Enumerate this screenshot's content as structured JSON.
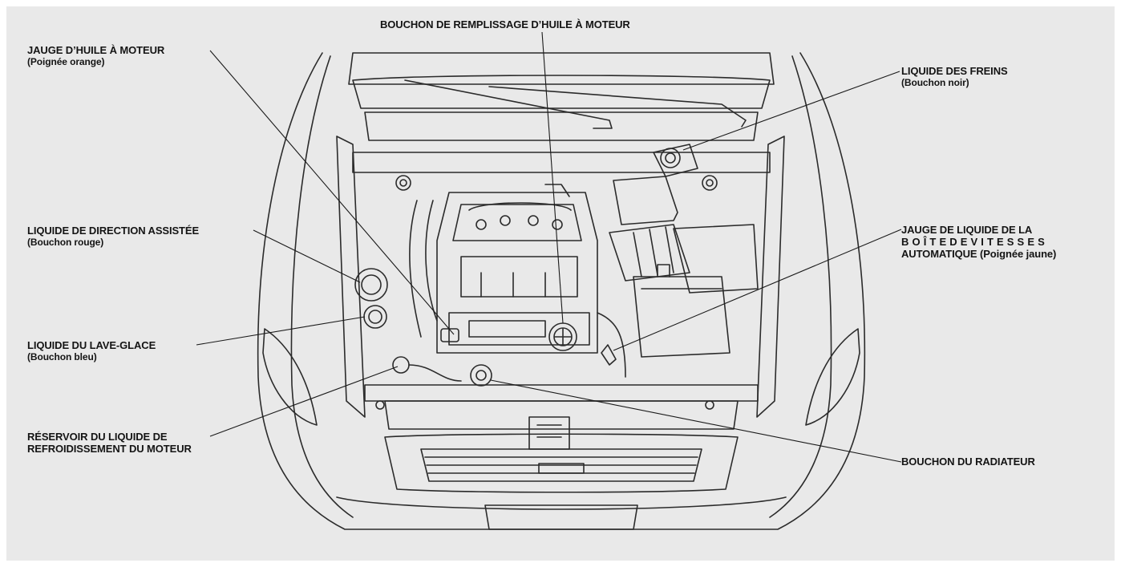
{
  "labels": {
    "oil_filler_cap": {
      "title": "BOUCHON DE REMPLISSAGE D’HUILE À MOTEUR"
    },
    "engine_oil_dipstick": {
      "title": "JAUGE D’HUILE À MOTEUR",
      "subtitle": "(Poignée orange)"
    },
    "brake_fluid": {
      "title": "LIQUIDE DES FREINS",
      "subtitle": "(Bouchon noir)"
    },
    "power_steering_fluid": {
      "title": "LIQUIDE DE DIRECTION ASSISTÉE",
      "subtitle": "(Bouchon rouge)"
    },
    "atf_dipstick": {
      "line1": "JAUGE DE LIQUIDE DE LA",
      "line2": "BOÎTEDEVITESSES",
      "line3": "AUTOMATIQUE (Poignée jaune)"
    },
    "washer_fluid": {
      "title": "LIQUIDE DU LAVE-GLACE",
      "subtitle": "(Bouchon bleu)"
    },
    "coolant_reservoir": {
      "line1": "RÉSERVOIR DU LIQUIDE DE",
      "line2": "REFROIDISSEMENT DU MOTEUR"
    },
    "radiator_cap": {
      "title": "BOUCHON DU RADIATEUR"
    }
  }
}
